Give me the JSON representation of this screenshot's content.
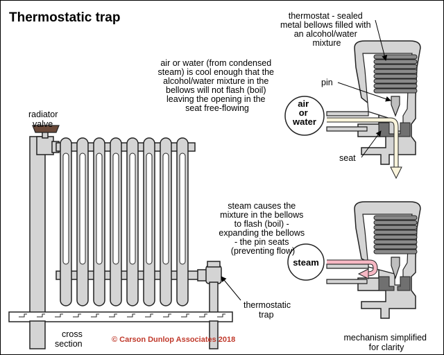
{
  "title": "Thermostatic trap",
  "labels": {
    "radiator_valve": [
      "radiator",
      "valve"
    ],
    "thermostat": [
      "thermostat - sealed",
      "metal bellows filled with",
      "an alcohol/water",
      "mixture"
    ],
    "air_water_note": [
      "air or water (from condensed",
      "steam) is cool enough that the",
      "alcohol/water mixture in the",
      "bellows will not flash (boil)",
      "leaving the opening in the",
      "seat free-flowing"
    ],
    "pin": "pin",
    "seat": "seat",
    "steam_note": [
      "steam causes the",
      "mixture in the bellows",
      "to flash (boil) -",
      "expanding the bellows",
      "- the pin seats",
      "(preventing flow)"
    ],
    "thermostatic_trap": [
      "thermostatic",
      "trap"
    ],
    "cross_section": [
      "cross",
      "section"
    ],
    "mechanism": [
      "mechanism simplified",
      "for clarity"
    ]
  },
  "bubbles": {
    "air_water": [
      "air",
      "or",
      "water"
    ],
    "steam": "steam"
  },
  "copyright": "© Carson Dunlop Associates 2018",
  "colors": {
    "metal": "#d4d4d4",
    "outline": "#222222",
    "flow_air": "#fbf5dc",
    "flow_steam": "#f7b8c4",
    "copyright": "#c0392b"
  }
}
